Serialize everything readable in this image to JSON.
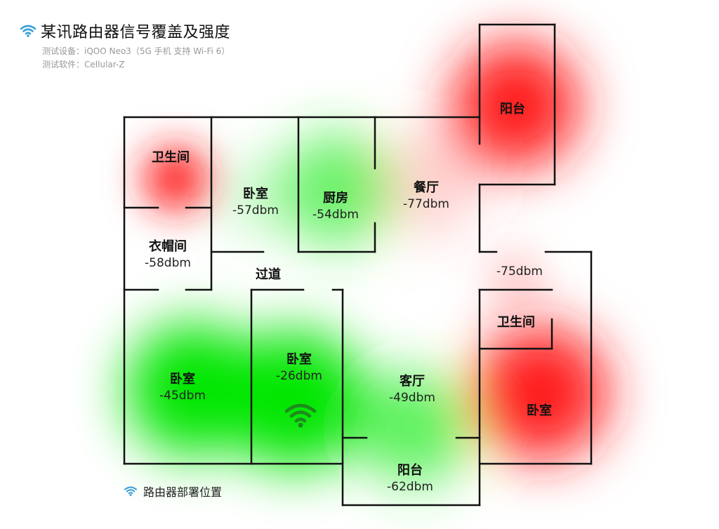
{
  "header": {
    "title": "某讯路由器信号覆盖及强度",
    "device": "测试设备：iQOO Neo3（5G 手机 支持 Wi-Fi 6）",
    "software": "测试软件：Cellular-Z"
  },
  "colors": {
    "wifi_icon": "#3a9fd6",
    "router_icon": "#1e8a1e",
    "strong": "#00dd00",
    "weak": "#ff2222"
  },
  "rooms": {
    "bath1": {
      "name": "卫生间"
    },
    "bed1": {
      "name": "卧室",
      "signal": "-57dbm"
    },
    "kitchen": {
      "name": "厨房",
      "signal": "-54dbm"
    },
    "dining": {
      "name": "餐厅",
      "signal": "-77dbm"
    },
    "balcony1": {
      "name": "阳台"
    },
    "closet": {
      "name": "衣帽间",
      "signal": "-58dbm"
    },
    "hallway": {
      "name": "过道"
    },
    "corridor_signal": "-75dbm",
    "bath2": {
      "name": "卫生间"
    },
    "bed2": {
      "name": "卧室",
      "signal": "-45dbm"
    },
    "bed3": {
      "name": "卧室",
      "signal": "-26dbm"
    },
    "living": {
      "name": "客厅",
      "signal": "-49dbm"
    },
    "bed4": {
      "name": "卧室"
    },
    "balcony2": {
      "name": "阳台",
      "signal": "-62dbm"
    }
  },
  "legend": {
    "label": "路由器部署位置",
    "icon": "wifi-icon"
  }
}
